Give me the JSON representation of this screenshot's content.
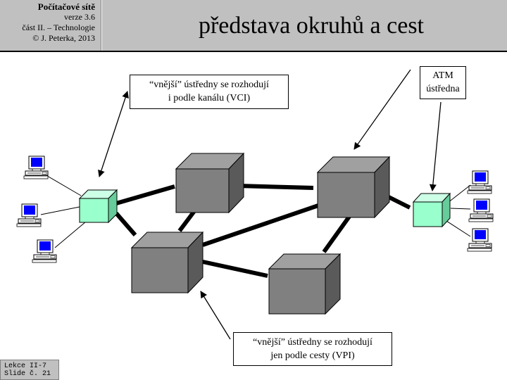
{
  "header": {
    "course": "Počítačové sítě",
    "version": "verze 3.6",
    "part": "část  II. – Technologie",
    "copyright": "© J. Peterka, 2013",
    "title": "představa okruhů a cest"
  },
  "callouts": {
    "vci_line1": "“vnější”  ústředny  se rozhodují",
    "vci_line2": "i podle kanálu  (VCI)",
    "vpi_line1": "“vnější”  ústředny  se rozhodují",
    "vpi_line2": "jen podle cesty (VPI)",
    "atm_line1": "ATM",
    "atm_line2": "ústředna"
  },
  "footer": {
    "lesson": "Lekce II-7",
    "slide": "Slide č. 21"
  },
  "colors": {
    "outer_switch": "#99ffcc",
    "inner_switch": "#808080",
    "monitor_screen": "#0000ff",
    "header_background": "#c0c0c0"
  }
}
